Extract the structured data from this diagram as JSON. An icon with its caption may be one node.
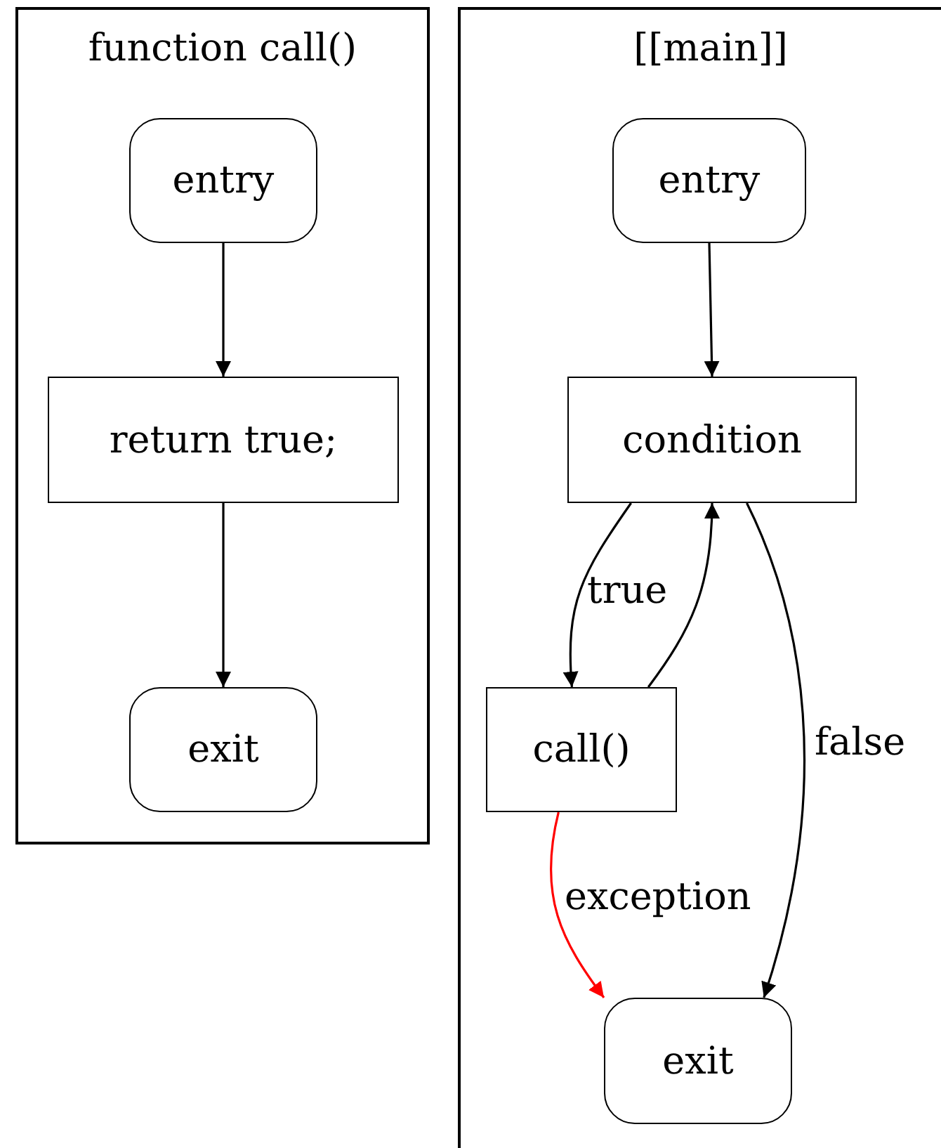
{
  "diagram": {
    "nodes": [
      {
        "text": [
          "function call()"
        ]
      },
      {
        "text": [
          "entry"
        ],
        "in": 0
      },
      {
        "text": [
          "return true;"
        ],
        "in": 0
      },
      {
        "text": [
          "exit"
        ],
        "in": 0
      },
      {
        "text": [
          "[[main]]"
        ]
      },
      {
        "text": [
          "entry"
        ],
        "in": 4
      },
      {
        "text": [
          "condition"
        ],
        "in": 4
      },
      {
        "text": [
          "call()"
        ],
        "in": 4
      },
      {
        "text": [
          "exit"
        ],
        "in": 4
      }
    ],
    "edges": [
      {
        "from": 1,
        "to": 2,
        "arrow": "to"
      },
      {
        "from": 2,
        "to": 3,
        "arrow": "to"
      },
      {
        "from": 5,
        "to": 6,
        "arrow": "to"
      },
      {
        "from": 6,
        "to": 7,
        "arrow": "to",
        "label": "true"
      },
      {
        "from": 7,
        "to": 6,
        "arrow": "to"
      },
      {
        "from": 6,
        "to": 8,
        "arrow": "to",
        "label": "false"
      },
      {
        "from": 7,
        "to": 8,
        "arrow": "to",
        "label": "exception",
        "color": "#ff0000"
      }
    ]
  }
}
